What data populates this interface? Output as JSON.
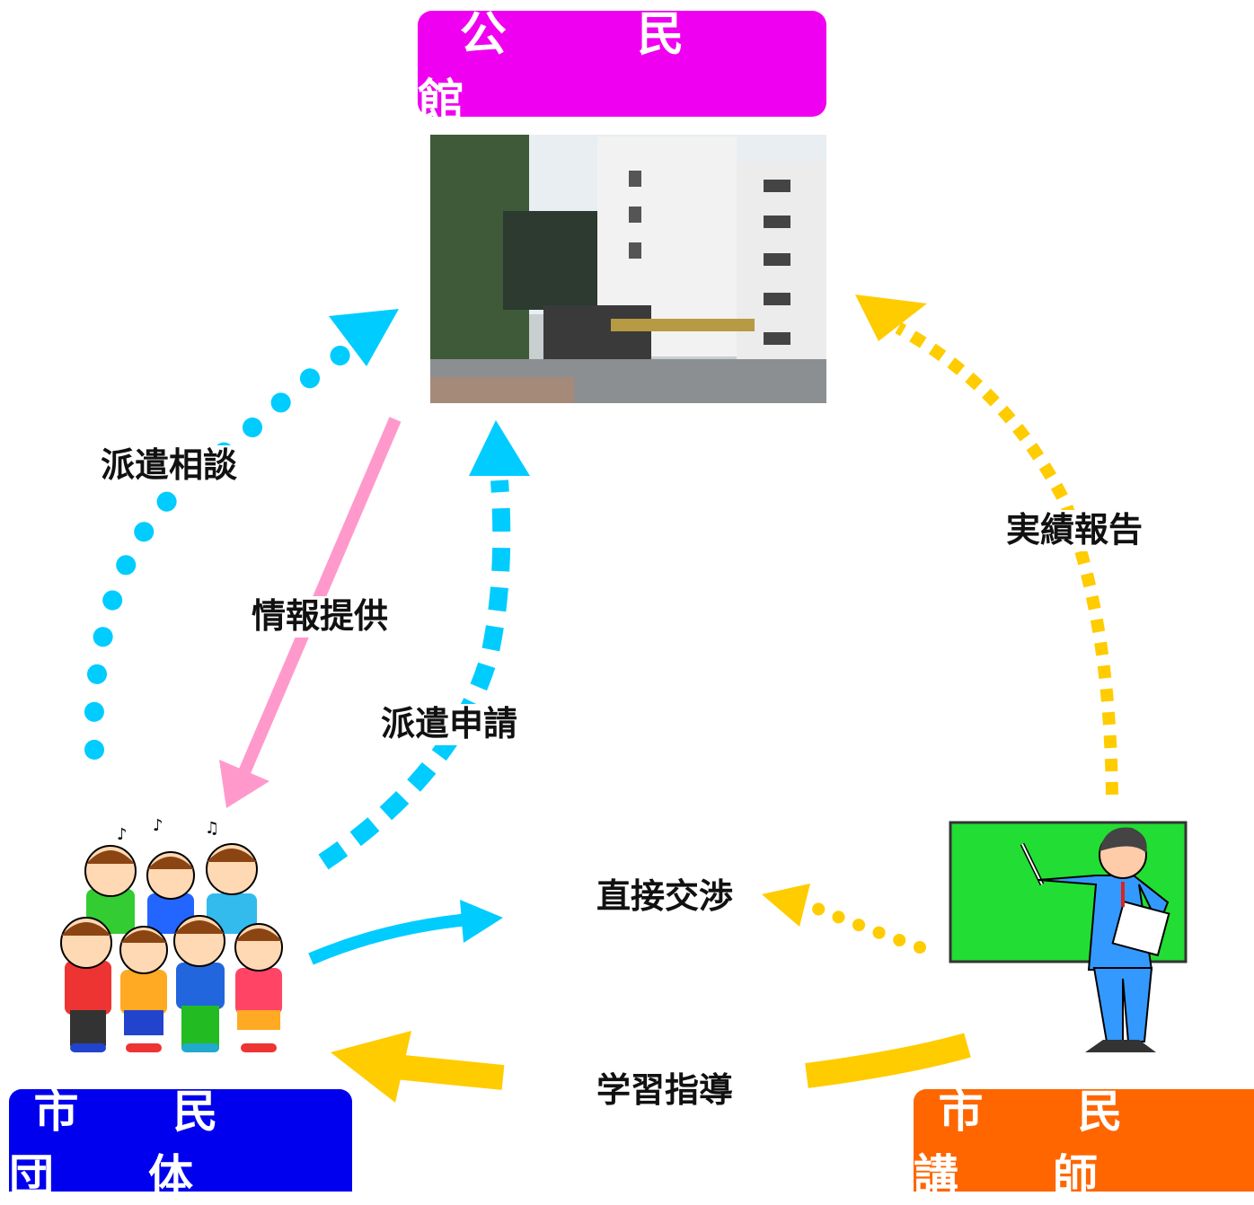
{
  "nodes": {
    "kominkan": "公　民　館",
    "shimin_dantai": "市　民　団　体",
    "shimin_koshi": "市　民　講　師"
  },
  "labels": {
    "haken_sodan": "派遣相談",
    "joho_teikyo": "情報提供",
    "haken_shinsei": "派遣申請",
    "jisseki_hokoku": "実績報告",
    "chokusetsu_kosho": "直接交渉",
    "gakushu_shido": "学習指導"
  },
  "colors": {
    "kominkan": "#f000f0",
    "shimin_dantai": "#0000ee",
    "shimin_koshi": "#ff6600",
    "cyan_arrow": "#00ccff",
    "pink_arrow": "#ff99cc",
    "yellow_arrow": "#ffcc00",
    "blackboard": "#22dd33"
  }
}
